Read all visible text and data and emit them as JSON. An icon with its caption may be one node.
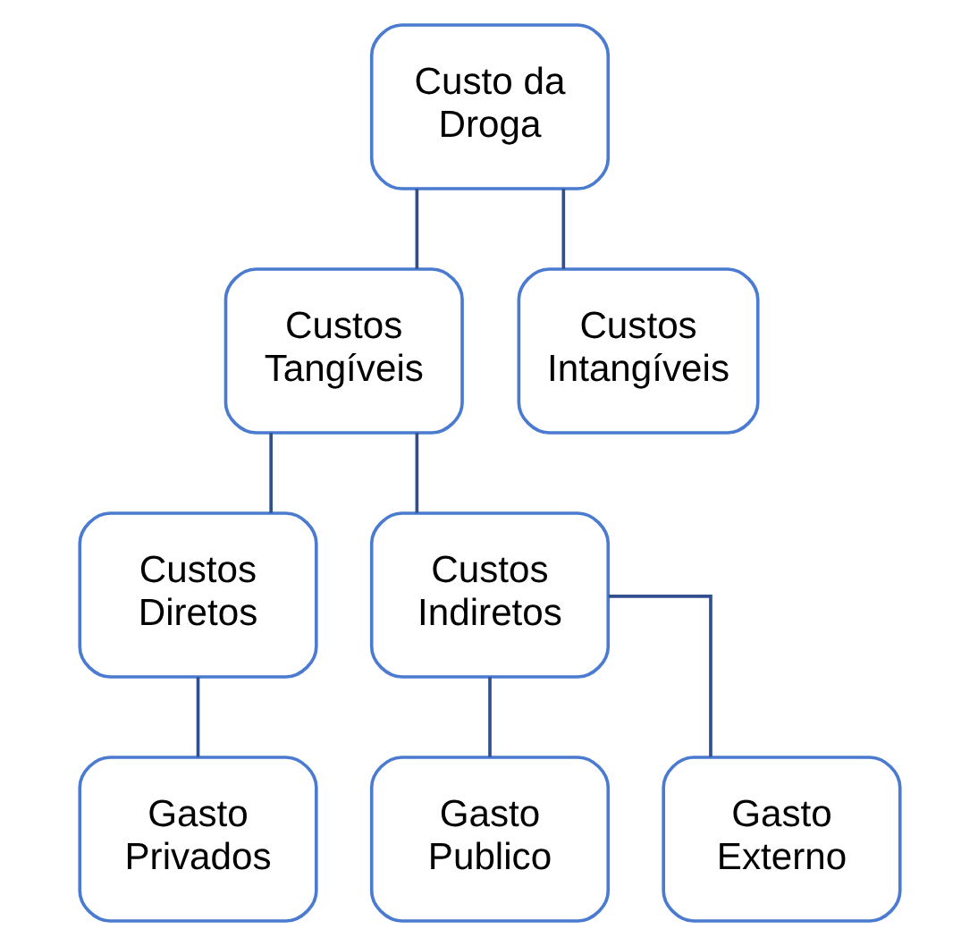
{
  "diagram": {
    "nodes": [
      {
        "text": [
          "Custo da Droga"
        ]
      },
      {
        "text": [
          "Custos Tangíveis"
        ]
      },
      {
        "text": [
          "Custos Intangíveis"
        ]
      },
      {
        "text": [
          "Custos Diretos"
        ]
      },
      {
        "text": [
          "Custos Indiretos"
        ]
      },
      {
        "text": [
          "Gasto Privados"
        ]
      },
      {
        "text": [
          "Gasto Publico"
        ]
      },
      {
        "text": [
          "Gasto Externo"
        ]
      }
    ],
    "edges": [
      {
        "from": 0,
        "to": 1,
        "arrow": "none"
      },
      {
        "from": 0,
        "to": 2,
        "arrow": "none"
      },
      {
        "from": 1,
        "to": 3,
        "arrow": "none"
      },
      {
        "from": 1,
        "to": 4,
        "arrow": "none"
      },
      {
        "from": 3,
        "to": 5,
        "arrow": "none"
      },
      {
        "from": 4,
        "to": 6,
        "arrow": "none"
      },
      {
        "from": 4,
        "to": 7,
        "arrow": "none"
      }
    ]
  }
}
